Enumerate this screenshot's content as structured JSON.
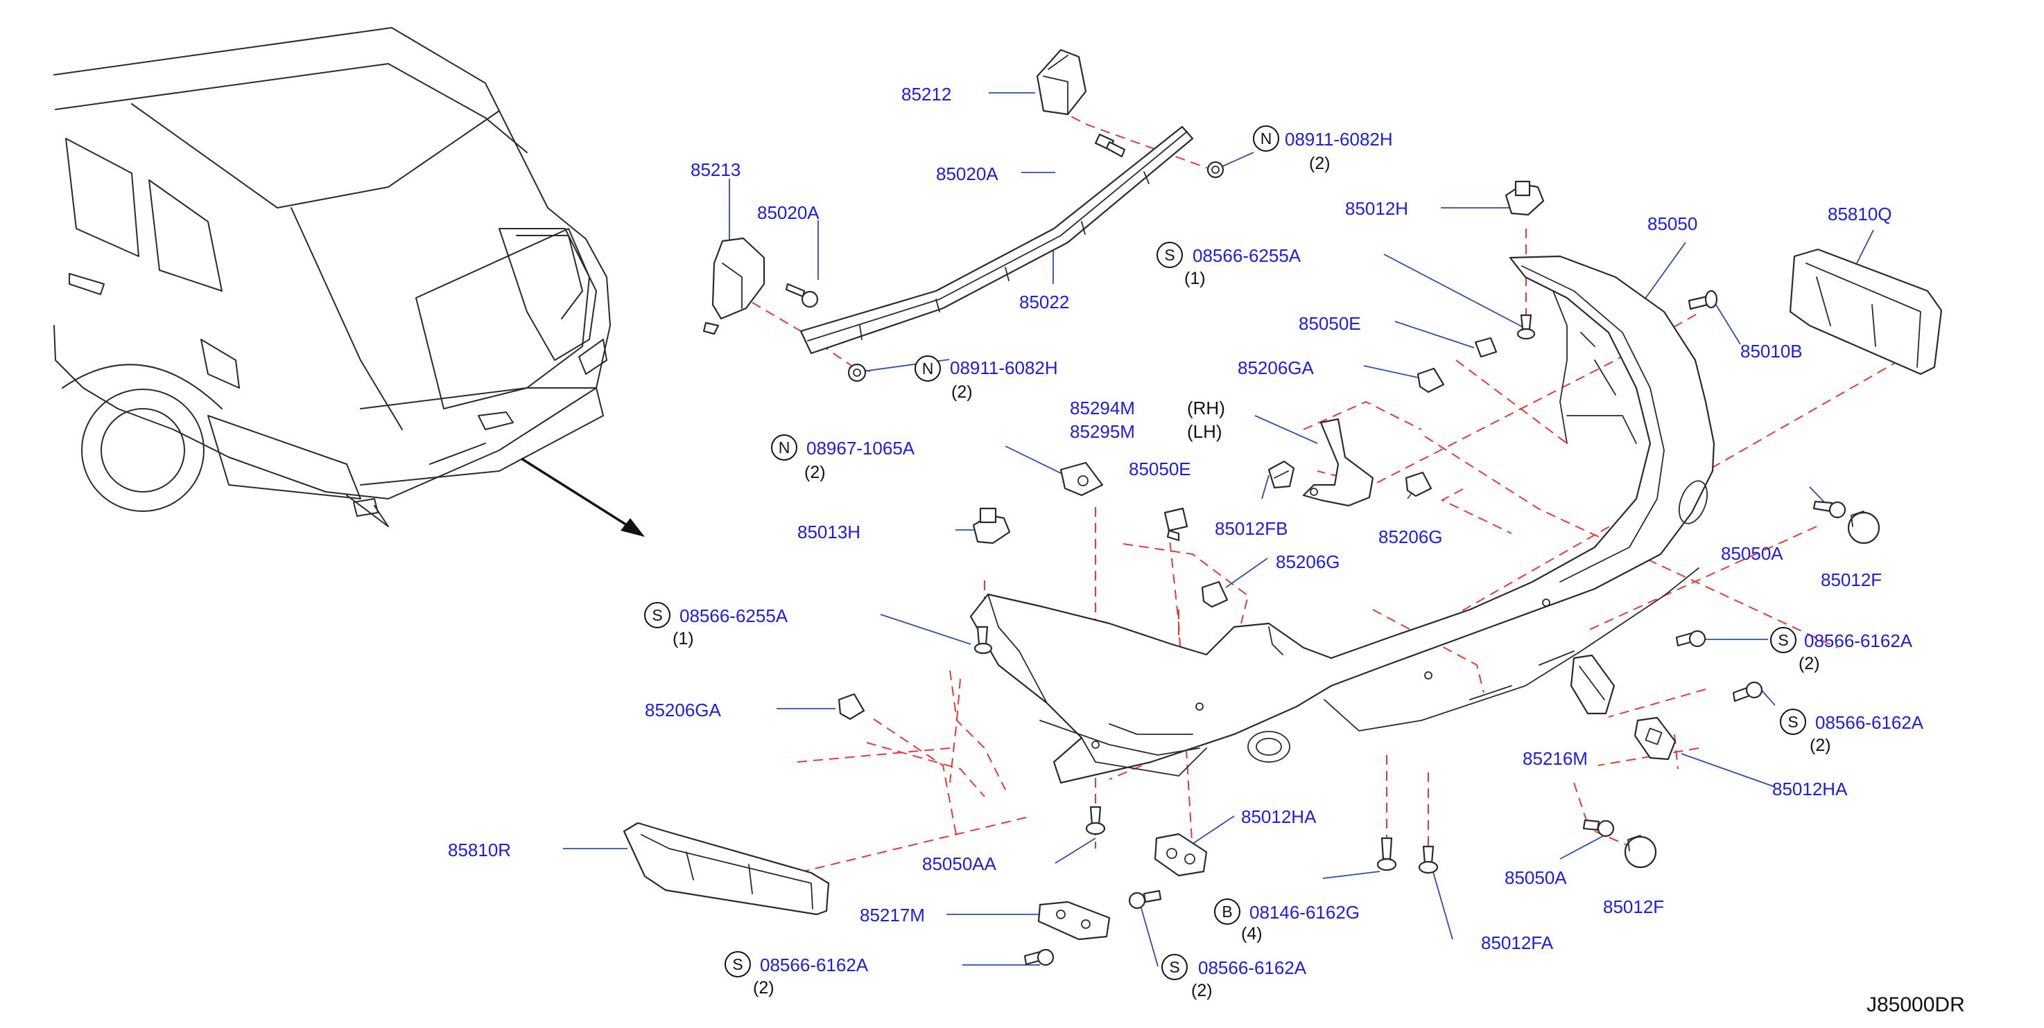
{
  "diagram_code": "J85000DR",
  "side_labels": {
    "right_hand": "(RH)",
    "left_hand": "(LH)"
  },
  "parts": {
    "p85212": "85212",
    "p85020a": "85020A",
    "p08911_top": {
      "symbol": "N",
      "number": "08911-6082H",
      "qty": "(2)"
    },
    "p85213": "85213",
    "p85020a_left": "85020A",
    "p85022": "85022",
    "p08911_bottom": {
      "symbol": "N",
      "number": "08911-6082H",
      "qty": "(2)"
    },
    "p85012h": "85012H",
    "p08566_6255a_upper": {
      "symbol": "S",
      "number": "08566-6255A",
      "qty": "(1)"
    },
    "p85050": "85050",
    "p85810q": "85810Q",
    "p85050e_right": "85050E",
    "p85206ga_right": "85206GA",
    "p85010b": "85010B",
    "p85294m": "85294M",
    "p85295m": "85295M",
    "p08967": {
      "symbol": "N",
      "number": "08967-1065A",
      "qty": "(2)"
    },
    "p85050e_mid": "85050E",
    "p85012fb": "85012FB",
    "p85206g_right": "85206G",
    "p85013h": "85013H",
    "p85206g_mid": "85206G",
    "p85050a_right": "85050A",
    "p85012f_right": "85012F",
    "p08566_6255a_lower": {
      "symbol": "S",
      "number": "08566-6255A",
      "qty": "(1)"
    },
    "p08566_6162a_r1": {
      "symbol": "S",
      "number": "08566-6162A",
      "qty": "(2)"
    },
    "p85206ga_left": "85206GA",
    "p08566_6162a_r2": {
      "symbol": "S",
      "number": "08566-6162A",
      "qty": "(2)"
    },
    "p85216m": "85216M",
    "p85012ha_right": "85012HA",
    "p85810r": "85810R",
    "p85012ha_mid": "85012HA",
    "p85050aa": "85050AA",
    "p85050a_lower": "85050A",
    "p85217m": "85217M",
    "p08146": {
      "symbol": "B",
      "number": "08146-6162G",
      "qty": "(4)"
    },
    "p85012f_lower": "85012F",
    "p85012fa": "85012FA",
    "p08566_6162a_bl": {
      "symbol": "S",
      "number": "08566-6162A",
      "qty": "(2)"
    },
    "p08566_6162a_bm": {
      "symbol": "S",
      "number": "08566-6162A",
      "qty": "(2)"
    }
  },
  "colors": {
    "part_number": "#1c1ce6",
    "exploded_line": "#e53935",
    "leader": "#2a4fa8",
    "drawing": "#2a2a2a"
  }
}
